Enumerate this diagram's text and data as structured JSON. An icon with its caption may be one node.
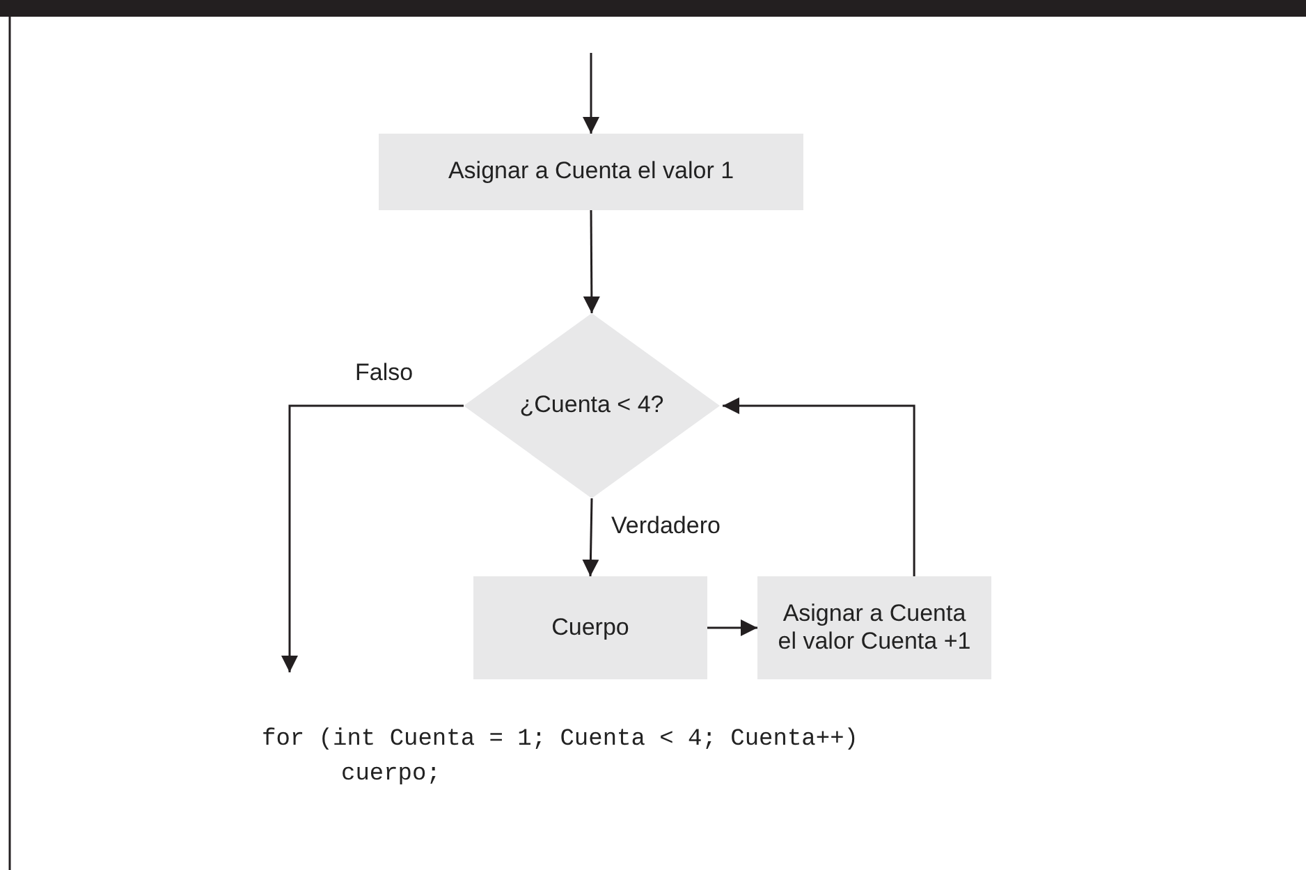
{
  "diagram": {
    "nodes": [
      {
        "text": [
          "Asignar a Cuenta el valor 1"
        ]
      },
      {
        "text": [
          "¿Cuenta < 4?"
        ]
      },
      {
        "text": [
          "Cuerpo"
        ]
      },
      {
        "text": [
          "Asignar a Cuenta el valor Cuenta +1"
        ]
      }
    ],
    "edges": [
      {
        "from": null,
        "to": 0,
        "arrow": "to"
      },
      {
        "from": 0,
        "to": 1,
        "arrow": "to"
      },
      {
        "from": 1,
        "to": 2,
        "arrow": "to",
        "label": "Verdadero"
      },
      {
        "from": 2,
        "to": 3,
        "arrow": "to"
      },
      {
        "from": 3,
        "to": 1,
        "arrow": "to"
      },
      {
        "from": 1,
        "to": null,
        "arrow": "to",
        "label": "Falso"
      }
    ],
    "labels": [
      "for (int Cuenta = 1; Cuenta < 4; Cuenta++)",
      "cuerpo;"
    ]
  }
}
